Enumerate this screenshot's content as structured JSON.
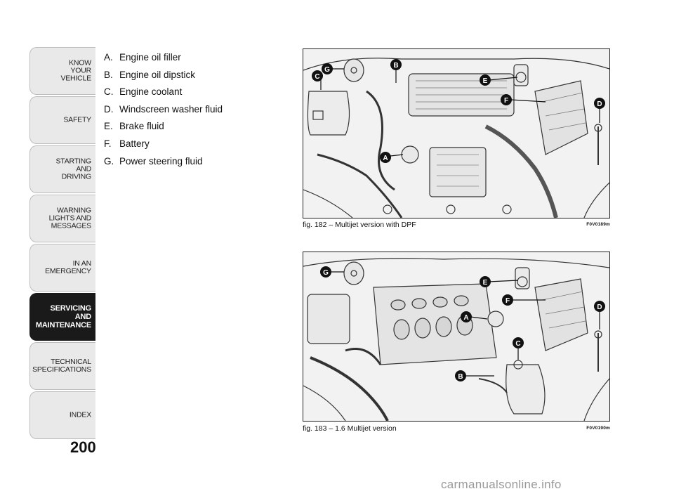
{
  "side_tabs": [
    {
      "label": "KNOW\nYOUR\nVEHICLE",
      "active": false
    },
    {
      "label": "SAFETY",
      "active": false
    },
    {
      "label": "STARTING\nAND\nDRIVING",
      "active": false
    },
    {
      "label": "WARNING\nLIGHTS AND\nMESSAGES",
      "active": false
    },
    {
      "label": "IN AN\nEMERGENCY",
      "active": false
    },
    {
      "label": "SERVICING\nAND\nMAINTENANCE",
      "active": true
    },
    {
      "label": "TECHNICAL\nSPECIFICATIONS",
      "active": false
    },
    {
      "label": "INDEX",
      "active": false
    }
  ],
  "page_number": "200",
  "legend": [
    {
      "key": "A.",
      "text": "Engine oil filler"
    },
    {
      "key": "B.",
      "text": "Engine oil dipstick"
    },
    {
      "key": "C.",
      "text": "Engine coolant"
    },
    {
      "key": "D.",
      "text": "Windscreen washer fluid"
    },
    {
      "key": "E.",
      "text": "Brake fluid"
    },
    {
      "key": "F.",
      "text": "Battery"
    },
    {
      "key": "G.",
      "text": "Power steering fluid"
    }
  ],
  "figures": [
    {
      "caption": "fig. 182 – Multijet version with DPF",
      "code": "F0V0189m",
      "callouts": [
        "G",
        "C",
        "B",
        "E",
        "F",
        "D",
        "A"
      ]
    },
    {
      "caption": "fig. 183 – 1.6 Multijet version",
      "code": "F0V0190m",
      "callouts": [
        "G",
        "E",
        "F",
        "D",
        "A",
        "C",
        "B"
      ]
    }
  ],
  "watermark": "carmanualsonline.info"
}
